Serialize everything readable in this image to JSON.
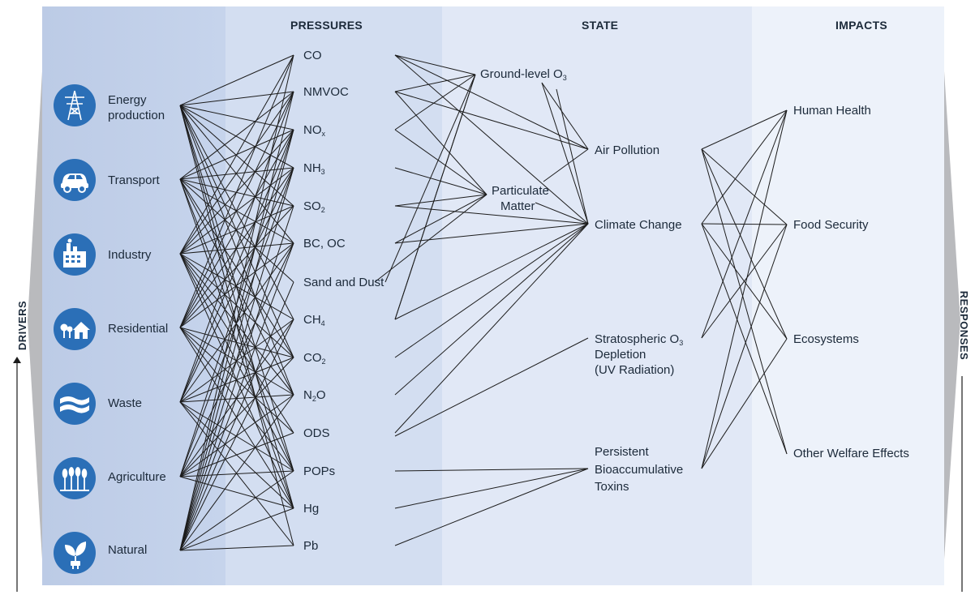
{
  "columns": {
    "pressures": "PRESSURES",
    "state": "STATE",
    "impacts": "IMPACTS"
  },
  "side_labels": {
    "drivers": "DRIVERS",
    "responses": "RESPONSES"
  },
  "drivers": [
    {
      "label_1": "Energy",
      "label_2": "production",
      "icon": "power-tower-icon"
    },
    {
      "label_1": "Transport",
      "label_2": "",
      "icon": "car-icon"
    },
    {
      "label_1": "Industry",
      "label_2": "",
      "icon": "factory-icon"
    },
    {
      "label_1": "Residential",
      "label_2": "",
      "icon": "house-tree-icon"
    },
    {
      "label_1": "Waste",
      "label_2": "",
      "icon": "water-waste-icon"
    },
    {
      "label_1": "Agriculture",
      "label_2": "",
      "icon": "wheat-icon"
    },
    {
      "label_1": "Natural",
      "label_2": "",
      "icon": "leaf-plug-icon"
    }
  ],
  "pressures": [
    {
      "base": "CO",
      "sub": "",
      "tail": ""
    },
    {
      "base": "NMVOC",
      "sub": "",
      "tail": ""
    },
    {
      "base": "NO",
      "sub": "x",
      "tail": ""
    },
    {
      "base": "NH",
      "sub": "3",
      "tail": ""
    },
    {
      "base": "SO",
      "sub": "2",
      "tail": ""
    },
    {
      "base": "BC, OC",
      "sub": "",
      "tail": ""
    },
    {
      "base": "Sand and Dust",
      "sub": "",
      "tail": ""
    },
    {
      "base": "CH",
      "sub": "4",
      "tail": ""
    },
    {
      "base": "CO",
      "sub": "2",
      "tail": ""
    },
    {
      "base": "N",
      "sub": "2",
      "tail": "O"
    },
    {
      "base": "ODS",
      "sub": "",
      "tail": ""
    },
    {
      "base": "POPs",
      "sub": "",
      "tail": ""
    },
    {
      "base": "Hg",
      "sub": "",
      "tail": ""
    },
    {
      "base": "Pb",
      "sub": "",
      "tail": ""
    }
  ],
  "intermediates": {
    "ground_level_o3": {
      "base": "Ground-level O",
      "sub": "3"
    },
    "particulate_matter": {
      "line_1": "Particulate",
      "line_2": "Matter"
    }
  },
  "states": {
    "air_pollution": "Air Pollution",
    "climate_change": "Climate Change",
    "strat_o3": {
      "line_1_base": "Stratospheric O",
      "line_1_sub": "3",
      "line_2": "Depletion",
      "line_3": "(UV Radiation)"
    },
    "pbt": {
      "line_1": "Persistent",
      "line_2": "Bioaccumulative",
      "line_3": "Toxins"
    }
  },
  "impacts": [
    "Human Health",
    "Food Security",
    "Ecosystems",
    "Other Welfare Effects"
  ],
  "colors": {
    "band_drivers": "#c3d2ea",
    "band_pressures": "#d3def1",
    "band_state": "#e1e8f6",
    "band_impacts": "#edf2fa",
    "icon_fill": "#2b6fb7",
    "arrow_gray": "#b9babd",
    "line": "#1c1c1c"
  }
}
